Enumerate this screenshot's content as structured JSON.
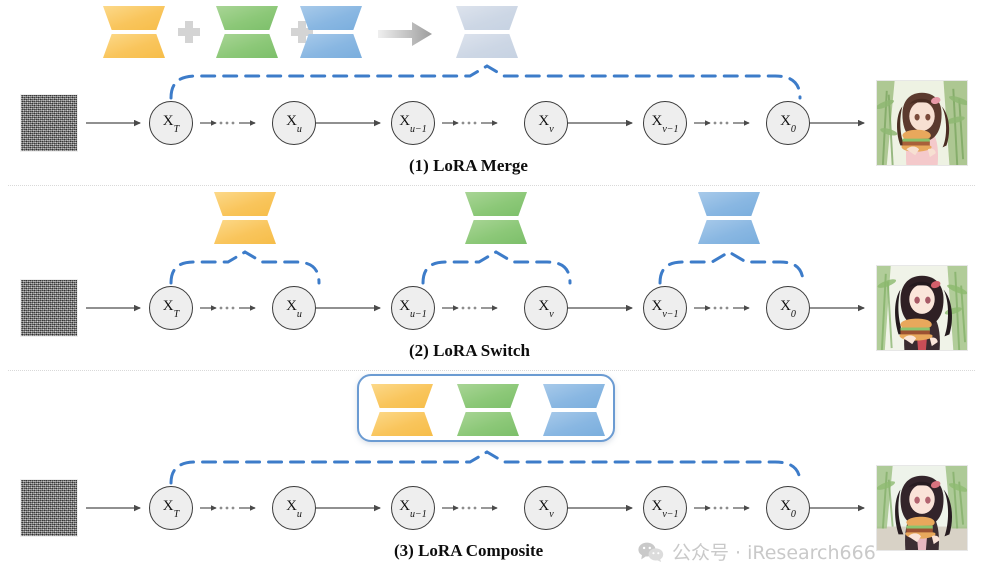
{
  "figure": {
    "title": "LoRA composition methods for diffusion",
    "background": "#ffffff"
  },
  "colors": {
    "lora_yellow": "#f9c55c",
    "lora_green": "#8cc878",
    "lora_blue": "#89b7e2",
    "lora_gray": "#cdd7e5",
    "bracket_blue": "#3d7cc9",
    "composite_border": "#6b9bd2",
    "node_fill": "#eeeeee",
    "node_stroke": "#3b3b3b",
    "arrow_gray": "#6b6b6b",
    "separator": "#d9d9d9",
    "watermark": "#c9c9c9"
  },
  "node_labels": [
    {
      "base": "X",
      "sub": "T"
    },
    {
      "base": "X",
      "sub": "u"
    },
    {
      "base": "X",
      "sub": "u−1"
    },
    {
      "base": "X",
      "sub": "v"
    },
    {
      "base": "X",
      "sub": "v−1"
    },
    {
      "base": "X",
      "sub": "0"
    }
  ],
  "rows": [
    {
      "id": "lora-merge",
      "index": "1",
      "caption": "(1) LoRA Merge",
      "loras": [
        "yellow",
        "green",
        "blue"
      ],
      "operator": "+",
      "merge_arrow": "⟹",
      "merged_lora": "gray",
      "bracket_style": "single-span",
      "input": "gaussian-noise",
      "output": "generated-image"
    },
    {
      "id": "lora-switch",
      "index": "2",
      "caption": "(2) LoRA Switch",
      "loras": [
        "yellow",
        "green",
        "blue"
      ],
      "bracket_style": "three-segments",
      "input": "gaussian-noise",
      "output": "generated-image"
    },
    {
      "id": "lora-composite",
      "index": "3",
      "caption": "(3) LoRA Composite",
      "loras": [
        "yellow",
        "green",
        "blue"
      ],
      "grouped": true,
      "bracket_style": "single-span",
      "input": "gaussian-noise",
      "output": "generated-image"
    }
  ],
  "watermark": {
    "icon": "wechat-icon",
    "text": "公众号 · iResearch666"
  },
  "alt": {
    "noise": "gaussian noise input tile",
    "output1": "anime girl holding a burger in bamboo forest",
    "output2": "anime girl holding a burger in bamboo forest",
    "output3": "anime girl holding a burger on a path"
  }
}
